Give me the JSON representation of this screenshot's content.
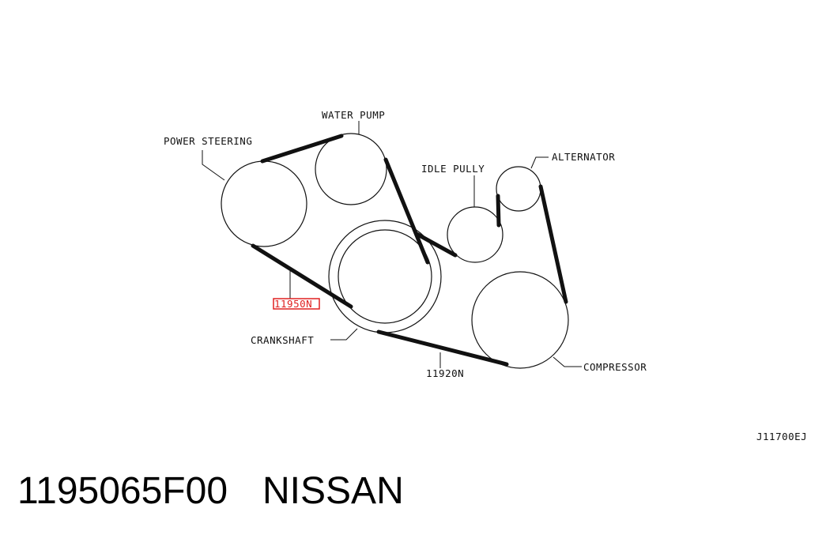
{
  "diagram": {
    "labels": {
      "water_pump": "WATER PUMP",
      "power_steering": "POWER STEERING",
      "idle_pully": "IDLE PULLY",
      "alternator": "ALTERNATOR",
      "crankshaft": "CRANKSHAFT",
      "compressor": "COMPRESSOR",
      "belt_11950n": "11950N",
      "belt_11920n": "11920N",
      "drawing_code": "J11700EJ"
    },
    "highlight_color": "#e02020"
  },
  "footer": {
    "part_number": "1195065F00",
    "brand": "NISSAN"
  }
}
